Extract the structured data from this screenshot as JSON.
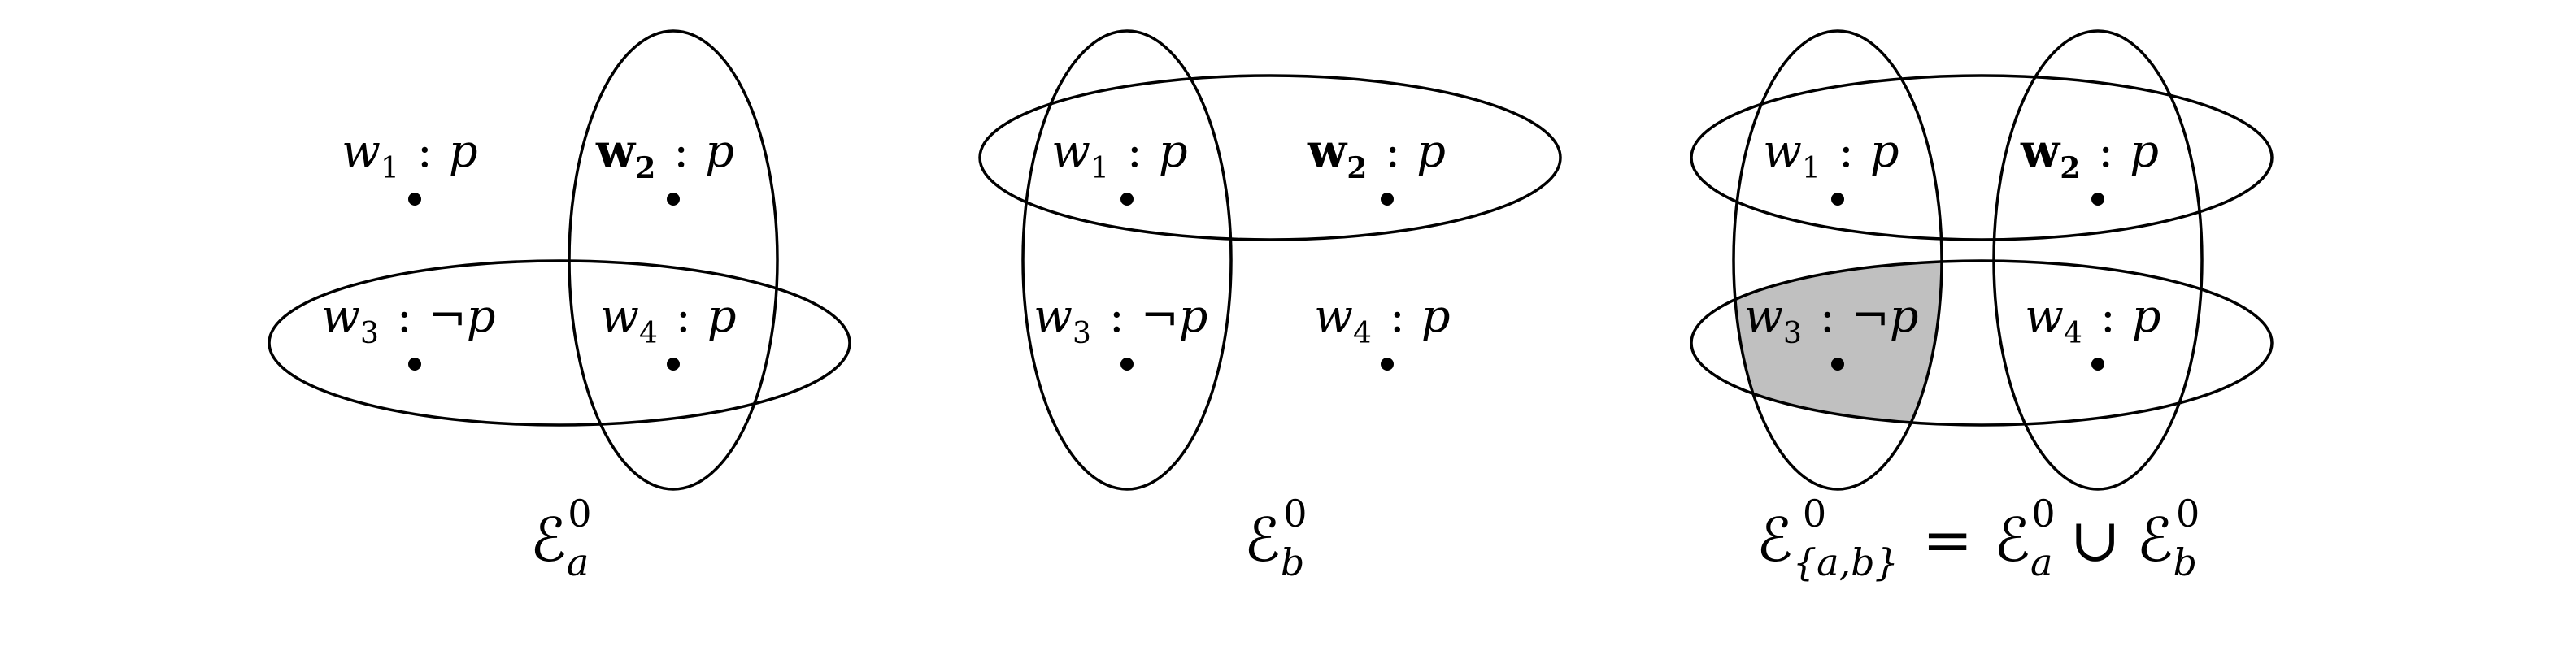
{
  "panels": [
    {
      "id": "a",
      "worlds": [
        {
          "name": "w",
          "index": "1",
          "bold": false,
          "prop": "p"
        },
        {
          "name": "w",
          "index": "2",
          "bold": true,
          "prop": "p"
        },
        {
          "name": "w",
          "index": "3",
          "bold": false,
          "prop": "¬p"
        },
        {
          "name": "w",
          "index": "4",
          "bold": false,
          "prop": "p"
        }
      ],
      "caption": {
        "script": "ℰ",
        "sub": "a",
        "sup": "0"
      }
    },
    {
      "id": "b",
      "worlds": [
        {
          "name": "w",
          "index": "1",
          "bold": false,
          "prop": "p"
        },
        {
          "name": "w",
          "index": "2",
          "bold": true,
          "prop": "p"
        },
        {
          "name": "w",
          "index": "3",
          "bold": false,
          "prop": "¬p"
        },
        {
          "name": "w",
          "index": "4",
          "bold": false,
          "prop": "p"
        }
      ],
      "caption": {
        "script": "ℰ",
        "sub": "b",
        "sup": "0"
      }
    },
    {
      "id": "ab",
      "worlds": [
        {
          "name": "w",
          "index": "1",
          "bold": false,
          "prop": "p"
        },
        {
          "name": "w",
          "index": "2",
          "bold": true,
          "prop": "p"
        },
        {
          "name": "w",
          "index": "3",
          "bold": false,
          "prop": "¬p"
        },
        {
          "name": "w",
          "index": "4",
          "bold": false,
          "prop": "p"
        }
      ],
      "caption": {
        "script": "ℰ",
        "sub": "{a,b}",
        "sup": "0",
        "equals": "=",
        "union": "∪",
        "left": {
          "script": "ℰ",
          "sub": "a",
          "sup": "0"
        },
        "right": {
          "script": "ℰ",
          "sub": "b",
          "sup": "0"
        }
      }
    }
  ],
  "colon": ":",
  "colors": {
    "ink": "#000000",
    "shade": "#c0c0c0",
    "background": "#ffffff"
  }
}
